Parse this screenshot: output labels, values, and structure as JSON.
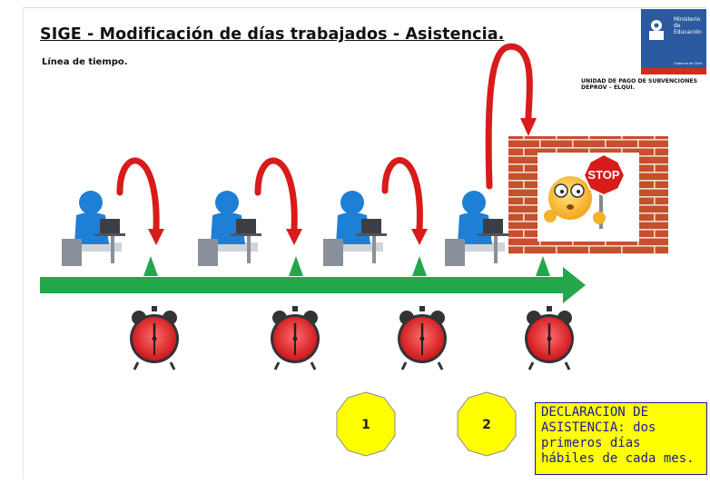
{
  "title": "SIGE - Modificación de días trabajados - Asistencia.",
  "subtitle": "Línea de tiempo.",
  "logo": {
    "text": "Ministerio de Educación",
    "sub": "Gobierno de Chile",
    "colors": {
      "blue": "#2c5aa0",
      "red": "#d52b1e"
    }
  },
  "unit": {
    "line1": "UNIDAD DE PAGO DE SUBVENCIONES",
    "line2": "DEPROV – ELQUI."
  },
  "timeline": {
    "arrow_color": "#22a84a",
    "stations": [
      {
        "icon": "person-computer-icon",
        "clock": "alarm-clock-icon"
      },
      {
        "icon": "person-computer-icon",
        "clock": "alarm-clock-icon"
      },
      {
        "icon": "person-computer-icon",
        "clock": "alarm-clock-icon"
      },
      {
        "icon": "person-computer-icon",
        "clock": "alarm-clock-icon"
      }
    ],
    "stop_sign_text": "STOP"
  },
  "badges": [
    "1",
    "2"
  ],
  "declaration": "DECLARACION DE ASISTENCIA: dos primeros días hábiles de cada mes.",
  "colors": {
    "arrow_red": "#d81b1b",
    "clock_red": "#e4242b",
    "badge_yellow": "#ffff00",
    "brick": "#c4502e"
  }
}
